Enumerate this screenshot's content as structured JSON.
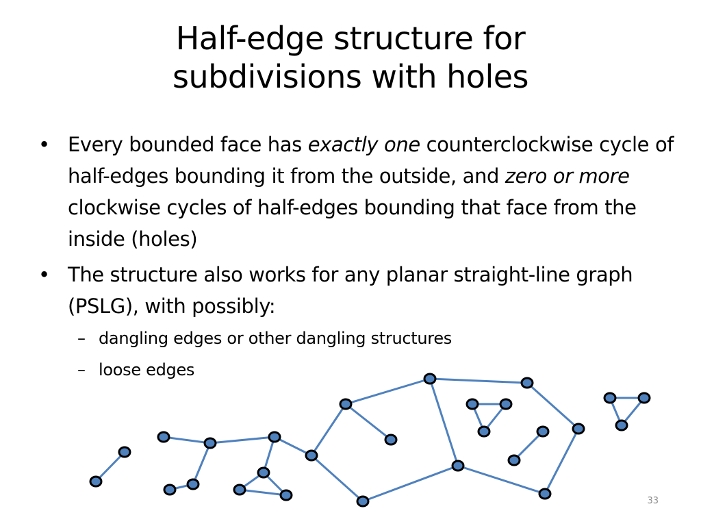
{
  "slide": {
    "title_line1": "Half-edge structure for",
    "title_line2": "subdivisions with holes",
    "bullet_symbol": "•",
    "dash_symbol": "–",
    "bullet1": {
      "text_a": "Every bounded face has ",
      "em_a": "exactly one",
      "text_b": " counterclockwise cycle of half-edges bounding it from the outside, and ",
      "em_b": "zero or more",
      "text_c": " clockwise cycles of half-edges bounding that face from the inside (holes)"
    },
    "bullet2": {
      "text": "The structure also works for any planar straight-line graph (PSLG), with possibly:"
    },
    "sub_items": [
      "dangling edges or other dangling structures",
      "loose edges"
    ],
    "slide_number": "33"
  },
  "colors": {
    "edge": "#4f81bd",
    "vertex_fill": "#4f81bd",
    "vertex_outline": "#000000"
  }
}
